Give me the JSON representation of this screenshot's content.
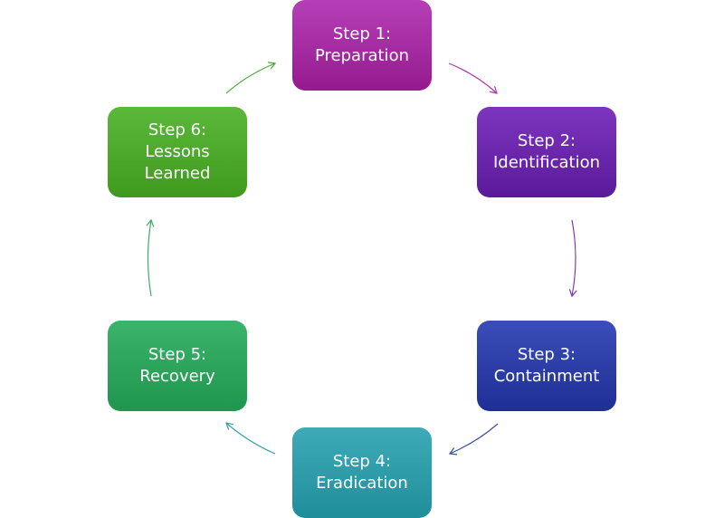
{
  "steps": [
    {
      "line1": "Step 1:",
      "line2": "Preparation",
      "line3": "",
      "color_top": "#b63fb8",
      "color_bottom": "#951a8e"
    },
    {
      "line1": "Step 2:",
      "line2": "Identification",
      "line3": "",
      "color_top": "#7d35bf",
      "color_bottom": "#5a1a9a"
    },
    {
      "line1": "Step 3:",
      "line2": "Containment",
      "line3": "",
      "color_top": "#3a4db8",
      "color_bottom": "#1f2f97"
    },
    {
      "line1": "Step 4:",
      "line2": "Eradication",
      "line3": "",
      "color_top": "#3eaab8",
      "color_bottom": "#1f8e9b"
    },
    {
      "line1": "Step 5:",
      "line2": "Recovery",
      "line3": "",
      "color_top": "#3cb36a",
      "color_bottom": "#1f964f"
    },
    {
      "line1": "Step 6:",
      "line2": "Lessons",
      "line3": "Learned",
      "color_top": "#5cb83a",
      "color_bottom": "#3f9a1e"
    }
  ],
  "arrow_colors": [
    "#b03aa8",
    "#7a3ab8",
    "#3a4ab0",
    "#3a9eb0",
    "#3aae6a",
    "#4aaa3a"
  ]
}
